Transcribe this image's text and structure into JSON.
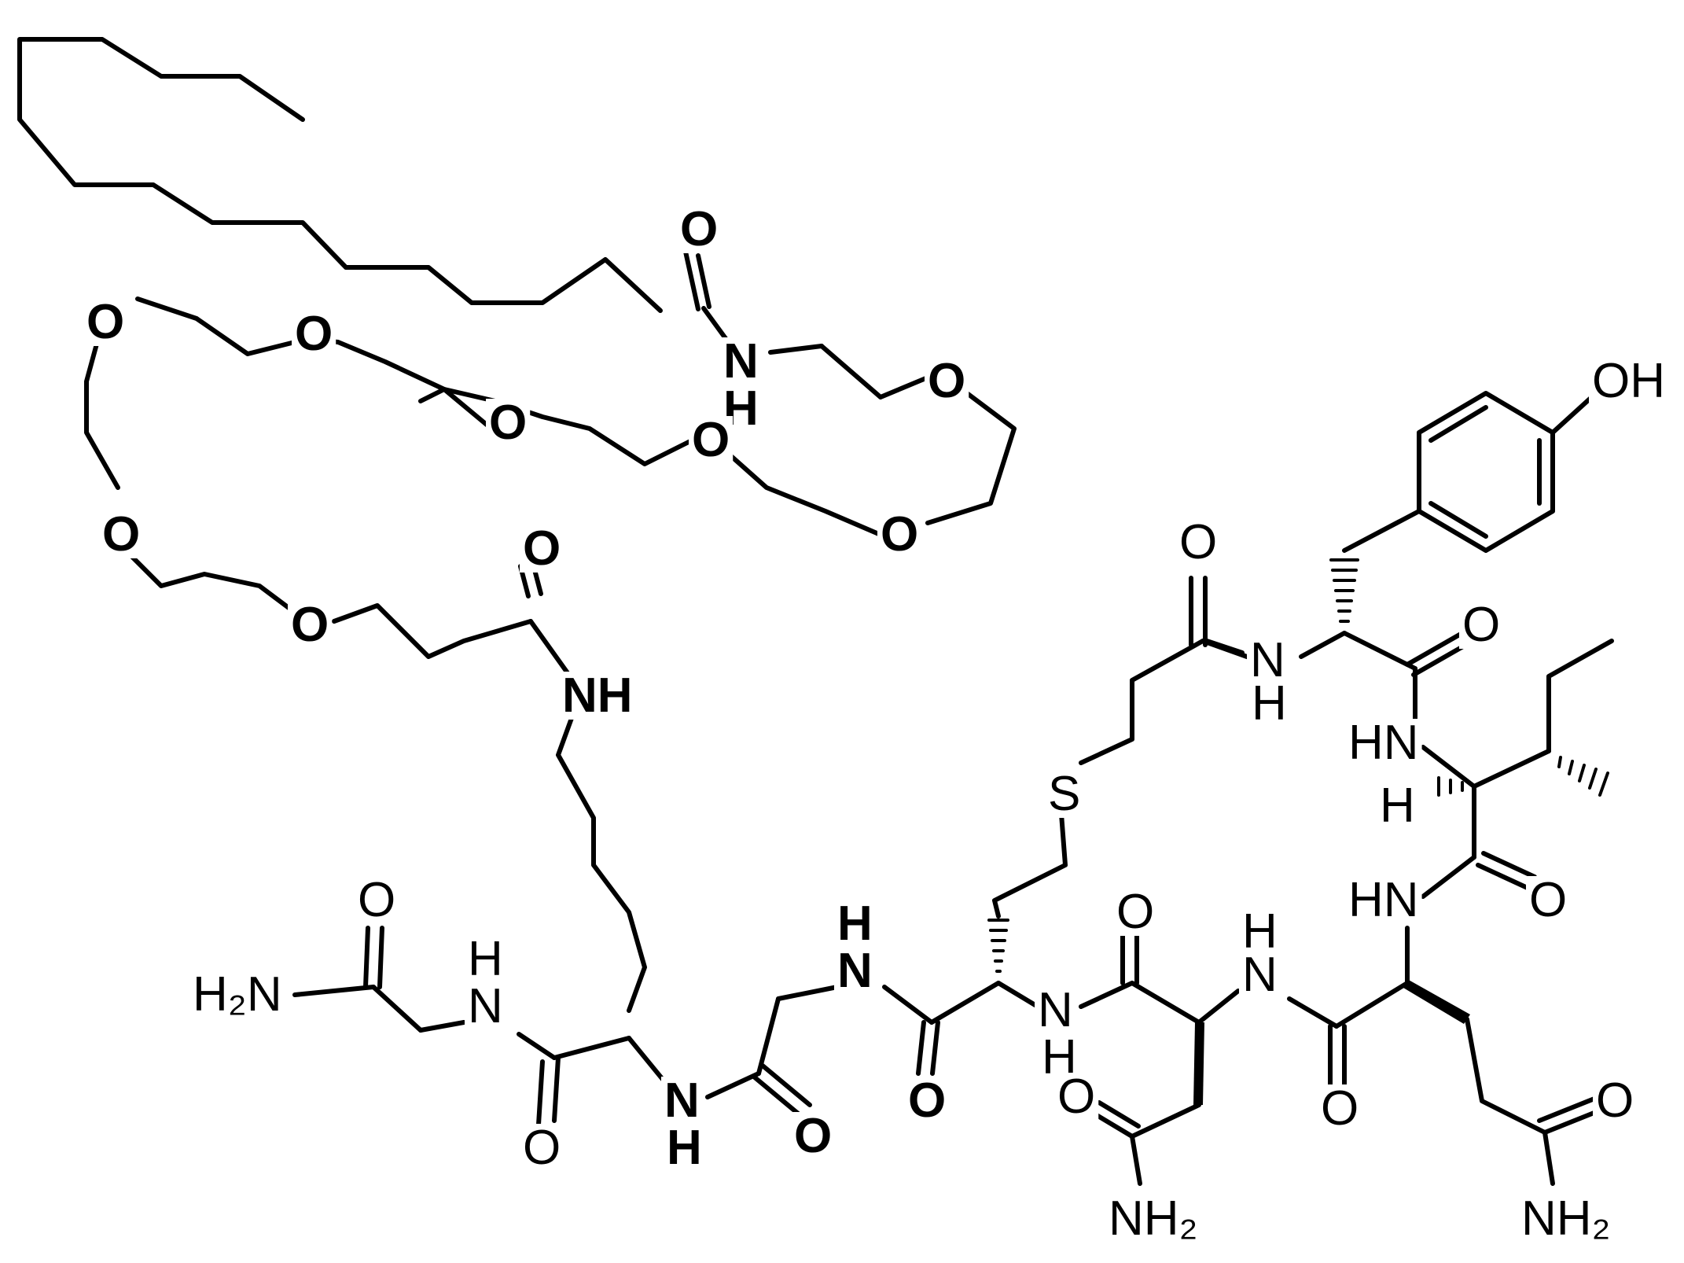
{
  "molecule": {
    "labels": {
      "o_amide_top": "O",
      "n_amide_top": "N",
      "h_amide_top": "H",
      "o_peg_1": "O",
      "o_peg_2": "O",
      "o_peg_3": "O",
      "o_peg_4": "O",
      "o_peg_5": "O",
      "o_peg_6": "O",
      "o_peg_7": "O",
      "o_peg_8": "O",
      "o_carbonyl_peg": "O",
      "nh_lys_side": "NH",
      "oh_tyr": "OH",
      "o_tyr_left": "O",
      "nh_tyr": "N",
      "h_tyr": "H",
      "o_tyr_right": "O",
      "hn_ile": "HN",
      "h_ile": "H",
      "s_link": "S",
      "hn_gln": "HN",
      "o_ile": "O",
      "o_asn_top": "O",
      "h_asn_top": "H",
      "n_asn_top": "N",
      "h2n_left": "H₂N",
      "o_gly_left": "O",
      "h_gly": "H",
      "n_gly": "N",
      "h_gly_mid": "H",
      "n_gly_mid": "N",
      "n_cys": "N",
      "h_cys": "H",
      "o_cys": "O",
      "o_lys": "O",
      "n_lys": "N",
      "h_lys": "H",
      "o_gly_mid": "O",
      "o_asn_side": "O",
      "o_gln_back": "O",
      "o_gln_side": "O",
      "nh2_asn": "NH₂",
      "nh2_gln": "NH₂"
    }
  }
}
